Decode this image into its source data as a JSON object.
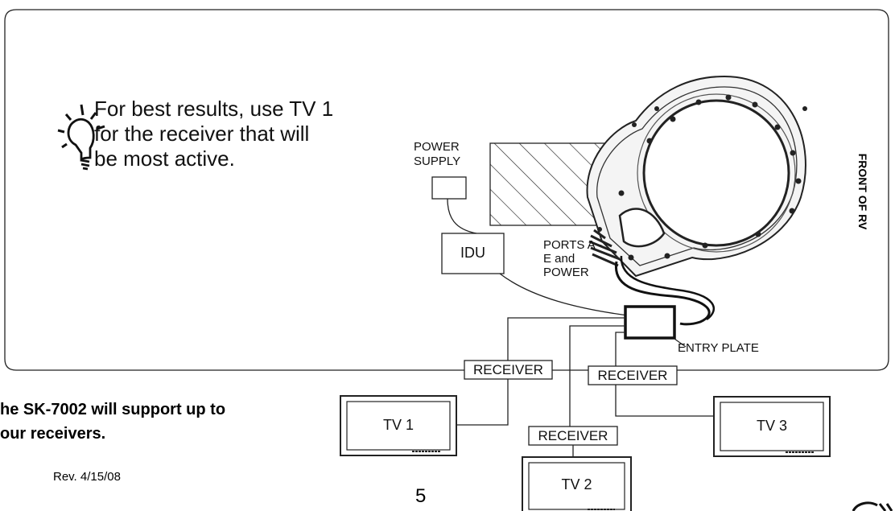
{
  "tip": {
    "text": "For best results, use TV 1 for the receiver that will be most active.",
    "icon": "lightbulb-icon"
  },
  "labels": {
    "power_supply": "POWER SUPPLY",
    "idu": "IDU",
    "ports": "PORTS A - E and POWER",
    "entry_plate": "ENTRY PLATE",
    "front_of_rv": "FRONT OF RV",
    "receiver": "RECEIVER",
    "tv1": "TV 1",
    "tv2": "TV 2",
    "tv3": "TV 3"
  },
  "support_note": "he SK-7002 will support up to our receivers.",
  "support_line1": "he SK-7002 will support up to",
  "support_line2": "our receivers.",
  "revision": "Rev. 4/15/08",
  "page_number": "5"
}
